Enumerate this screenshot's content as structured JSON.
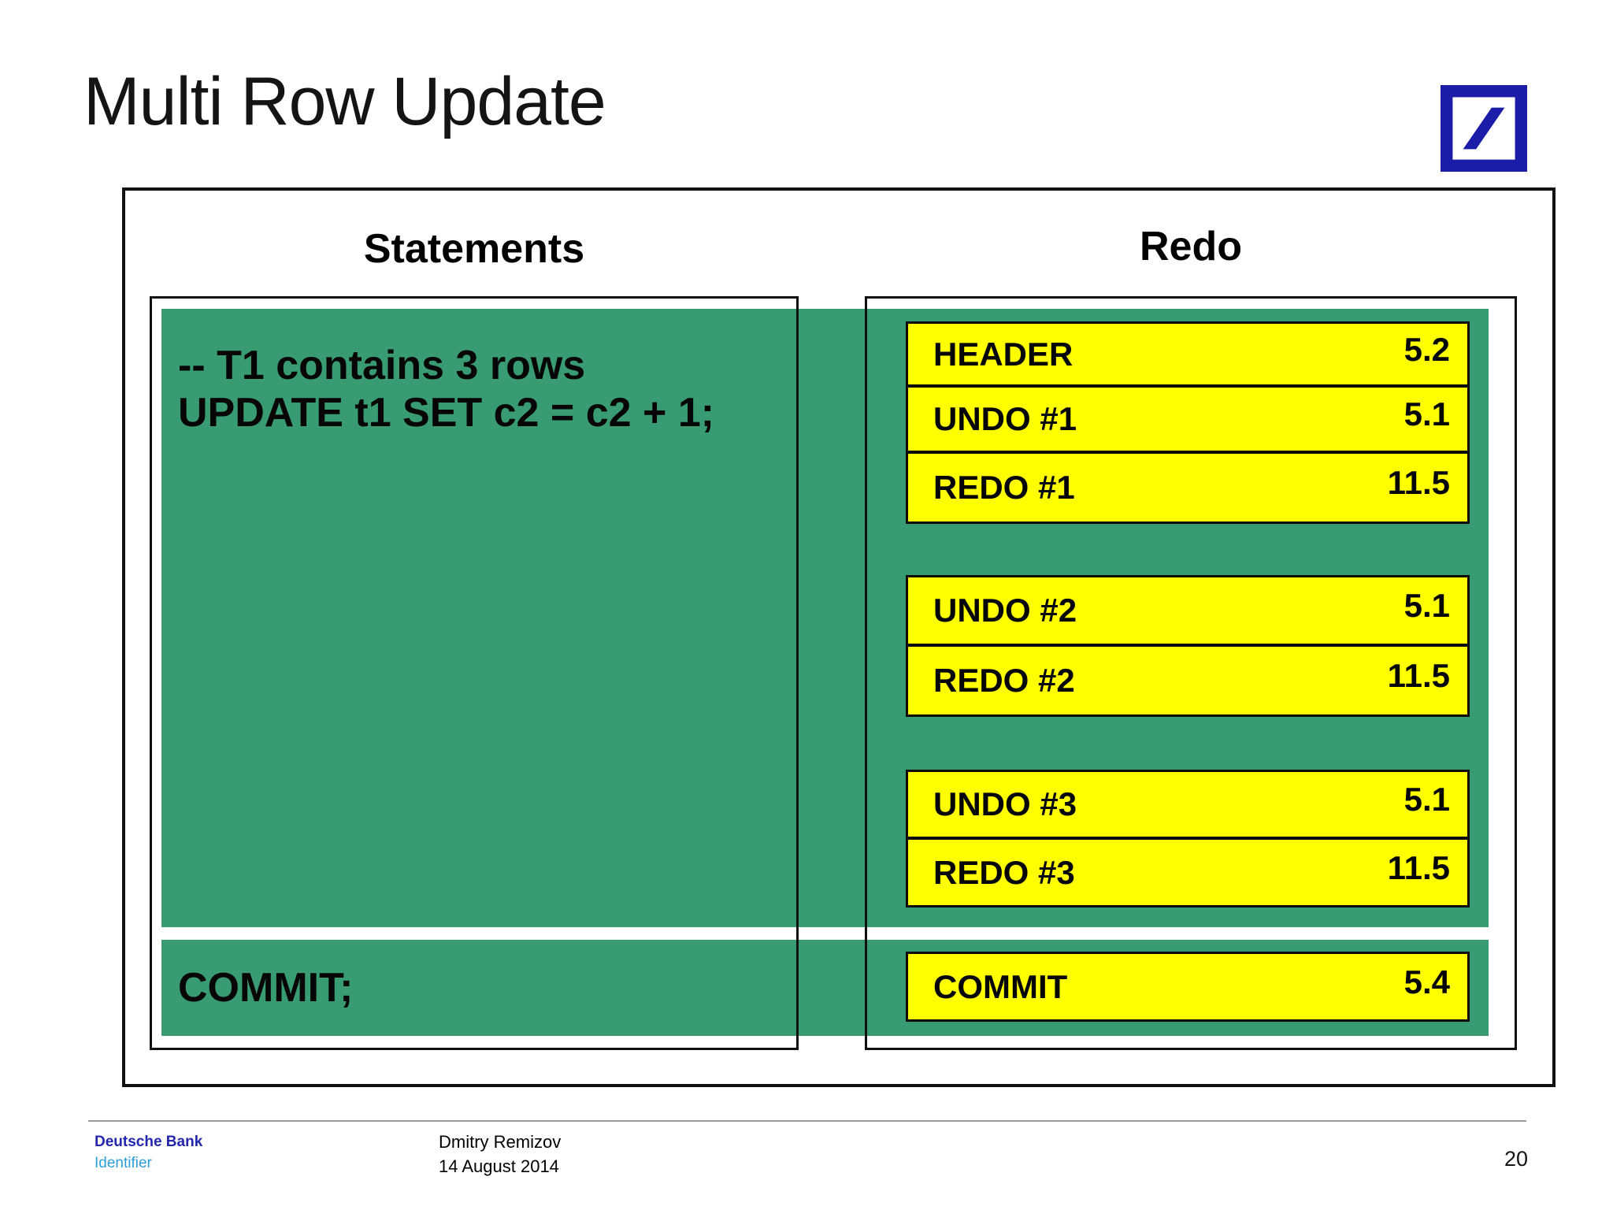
{
  "slide": {
    "title": "Multi Row Update",
    "page_number": "20"
  },
  "columns": {
    "statements_header": "Statements",
    "redo_header": "Redo"
  },
  "statements": {
    "comment_line": "-- T1 contains 3 rows",
    "update_line": "UPDATE t1 SET c2 = c2 + 1;",
    "commit_line": "COMMIT;"
  },
  "redo_rows": [
    {
      "label": "HEADER",
      "value": "5.2"
    },
    {
      "label": "UNDO #1",
      "value": "5.1"
    },
    {
      "label": "REDO #1",
      "value": "11.5"
    },
    {
      "label": "UNDO #2",
      "value": "5.1"
    },
    {
      "label": "REDO #2",
      "value": "11.5"
    },
    {
      "label": "UNDO #3",
      "value": "5.1"
    },
    {
      "label": "REDO #3",
      "value": "11.5"
    }
  ],
  "commit_row": {
    "label": "COMMIT",
    "value": "5.4"
  },
  "footer": {
    "brand_name": "Deutsche Bank",
    "brand_sub": "Identifier",
    "author": "Dmitry Remizov",
    "date": "14 August 2014"
  },
  "icons": {
    "logo": "deutsche-bank-slash-logo"
  },
  "colors": {
    "panel_green": "#389B71",
    "row_yellow": "#FFFF00",
    "logo_blue": "#1B1CA8",
    "brand_blue": "#2226AC",
    "identifier_blue": "#2C9FD9"
  }
}
